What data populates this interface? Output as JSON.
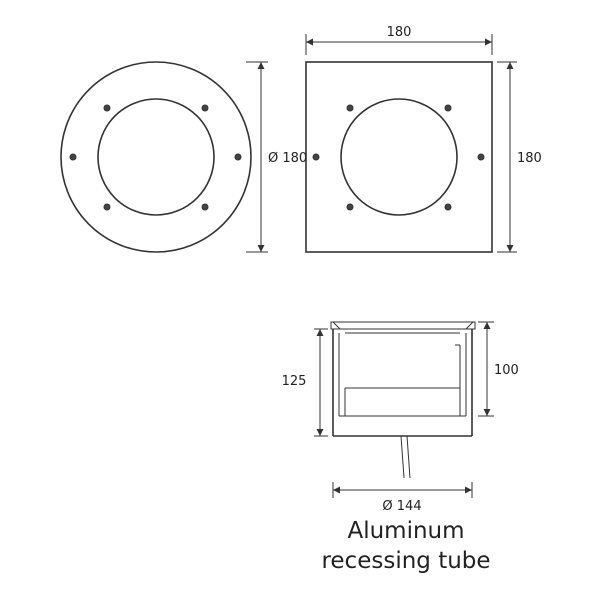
{
  "dimensions": {
    "round_diameter": "Ø 180",
    "square_width": "180",
    "square_height": "180",
    "tube_total_height": "125",
    "tube_inner_height": "100",
    "tube_diameter": "Ø 144"
  },
  "caption": {
    "line1": "Aluminum",
    "line2": "recessing tube"
  }
}
